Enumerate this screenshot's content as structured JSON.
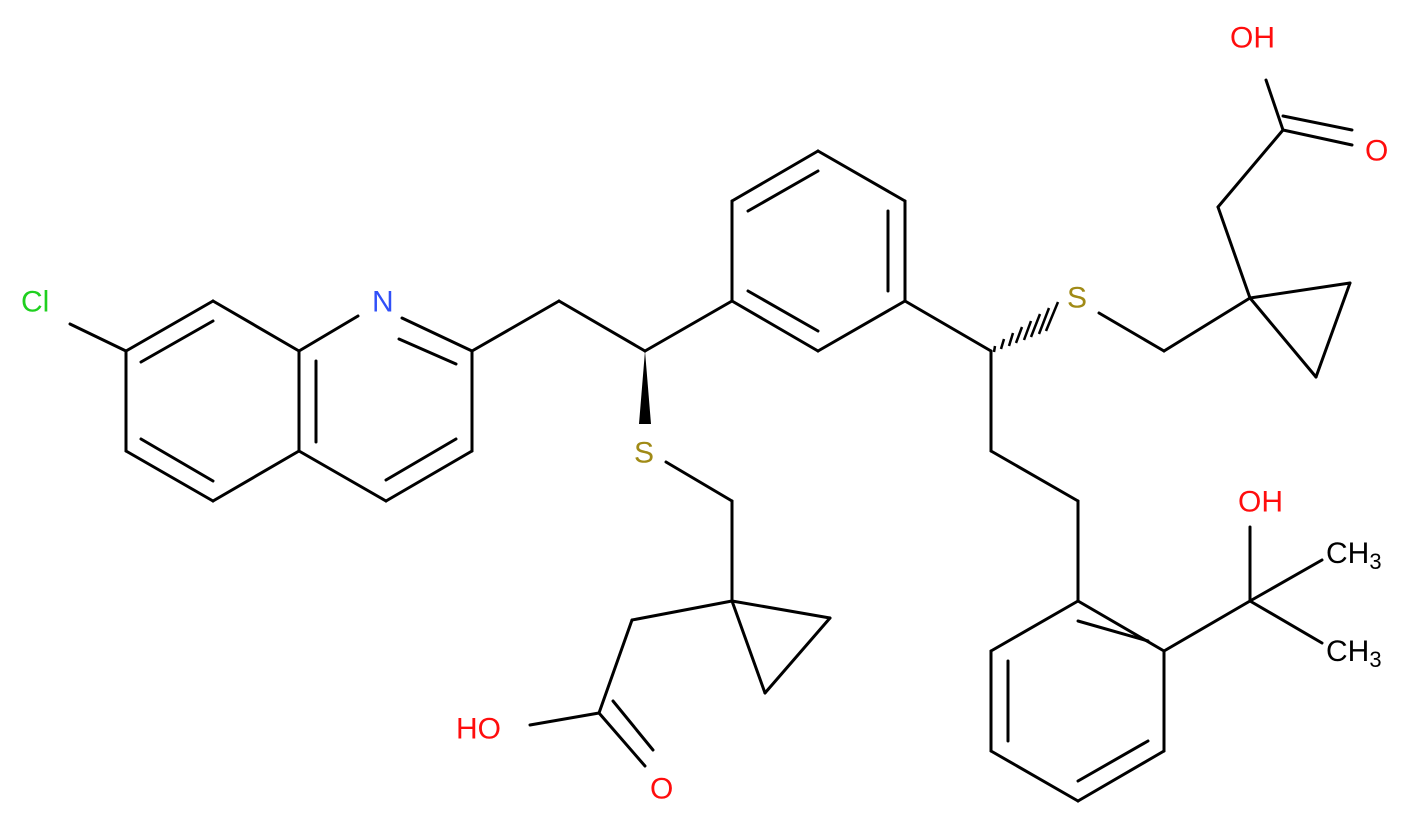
{
  "colors": {
    "bond": "#000000",
    "O": "#ff0d0d",
    "N": "#3050f8",
    "S": "#a08a16",
    "Cl": "#1fd01f",
    "C": "#000000"
  },
  "atoms": {
    "cl": "Cl",
    "n": "N",
    "s1": "S",
    "s2": "S",
    "oh_left": "HO",
    "o_left": "O",
    "oh_right": "OH",
    "o_right": "O",
    "oh_iso": "OH",
    "ch3_top": "CH",
    "ch3_top_sub": "3",
    "ch3_bottom": "CH",
    "ch3_bottom_sub": "3"
  }
}
